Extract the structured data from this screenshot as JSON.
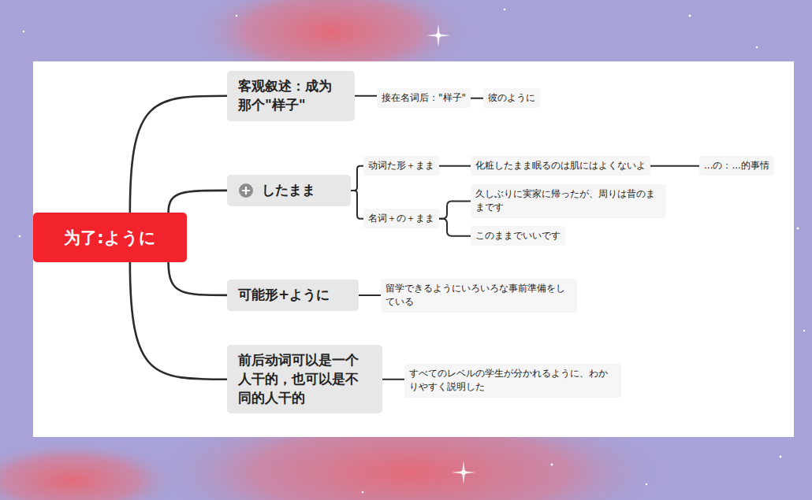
{
  "diagram": {
    "nodes": [
      {
        "text": [
          "为了:ように"
        ]
      },
      {
        "text": [
          "客观叙述：成为那个\"样子\""
        ]
      },
      {
        "text": [
          "接在名词后：\"样子\""
        ]
      },
      {
        "text": [
          "彼のように"
        ]
      },
      {
        "text": [
          "したまま"
        ]
      },
      {
        "text": [
          "动词た形＋まま"
        ]
      },
      {
        "text": [
          "化粧したまま眠るのは肌にはよくないよ"
        ]
      },
      {
        "text": [
          "...の：...的事情"
        ]
      },
      {
        "text": [
          "名词＋の＋まま"
        ]
      },
      {
        "text": [
          "久しぶりに実家に帰ったが、周りは昔のままです"
        ]
      },
      {
        "text": [
          "このままでいいです"
        ]
      },
      {
        "text": [
          "可能形+ように"
        ]
      },
      {
        "text": [
          "留学できるようにいろいろな事前準備をしている"
        ]
      },
      {
        "text": [
          "前后动词可以是一个人干的，也可以是不同的人干的"
        ]
      },
      {
        "text": [
          "すべてのレベルの学生が分かれるように、わかりやすく説明した"
        ]
      }
    ],
    "edges": [
      {
        "from": 0,
        "to": 1,
        "arrow": "none"
      },
      {
        "from": 0,
        "to": 4,
        "arrow": "none"
      },
      {
        "from": 0,
        "to": 11,
        "arrow": "none"
      },
      {
        "from": 0,
        "to": 13,
        "arrow": "none"
      },
      {
        "from": 1,
        "to": 2,
        "arrow": "none"
      },
      {
        "from": 2,
        "to": 3,
        "arrow": "none"
      },
      {
        "from": 4,
        "to": 5,
        "arrow": "none"
      },
      {
        "from": 4,
        "to": 8,
        "arrow": "none"
      },
      {
        "from": 5,
        "to": 6,
        "arrow": "none"
      },
      {
        "from": 6,
        "to": 7,
        "arrow": "none"
      },
      {
        "from": 8,
        "to": 9,
        "arrow": "none"
      },
      {
        "from": 8,
        "to": 10,
        "arrow": "none"
      },
      {
        "from": 11,
        "to": 12,
        "arrow": "none"
      },
      {
        "from": 13,
        "to": 14,
        "arrow": "none"
      }
    ]
  }
}
